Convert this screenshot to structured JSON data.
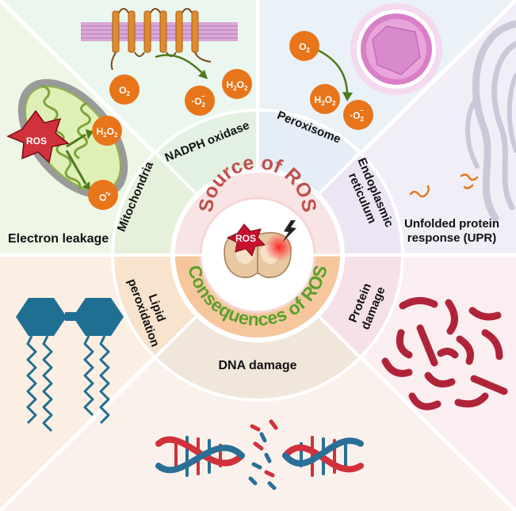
{
  "center": {
    "source_title": "Source of ROS",
    "consequence_title": "Consequences of ROS",
    "badge": "ROS"
  },
  "sources": [
    {
      "label": "Mitochondria"
    },
    {
      "label": "NADPH oxidase"
    },
    {
      "label": "Peroxisome"
    },
    {
      "label": "Endoplasmic reticulum",
      "lines": [
        "Endoplasmic",
        "reticulum"
      ]
    }
  ],
  "consequences": [
    {
      "label": "Lipid peroxidation",
      "lines": [
        "Lipid",
        "peroxidation"
      ]
    },
    {
      "label": "DNA damage"
    },
    {
      "label": "Protein damage",
      "lines": [
        "Protein",
        "damage"
      ]
    }
  ],
  "outer": {
    "electron_leakage": "Electron leakage",
    "upr_lines": [
      "Unfolded protein",
      "response (UPR)"
    ]
  },
  "molecules": {
    "o2": "O",
    "o2_sub": "2",
    "h2o2_h": "H",
    "h2o2_o": "O",
    "sub2": "2",
    "superoxide": "·O",
    "superoxide_charge": "−",
    "ros": "ROS"
  },
  "colors": {
    "source_ring": "#f8e4e4",
    "consequence_ring": "#f6c79d",
    "source_title": "#c0504d",
    "consequence_title": "#5aa02c",
    "molecule": "#e8751a",
    "dna_red": "#d0313a",
    "dna_blue": "#2a6f97",
    "protein": "#b0243a",
    "lipid": "#1f6f93"
  }
}
